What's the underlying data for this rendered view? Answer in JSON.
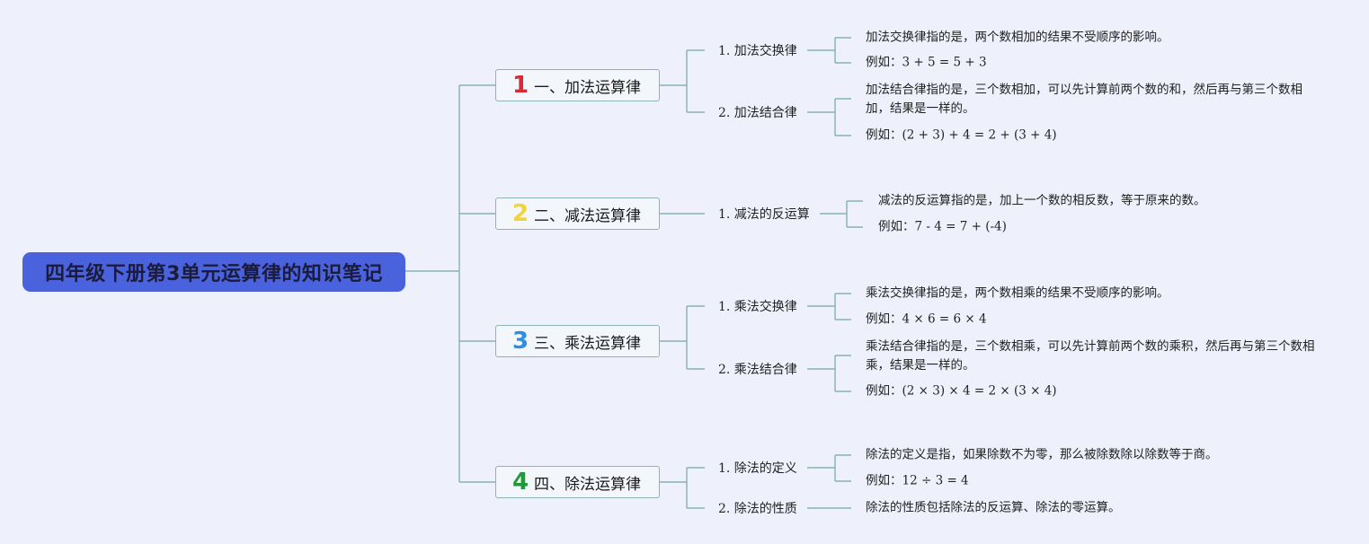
{
  "root_title": "四年级下册第3单元运算律的知识笔记",
  "colors": {
    "root": "#4a63dc",
    "line": "#86b1b3",
    "num1": "#d92a35",
    "num2": "#f3d33a",
    "num3": "#2d8ee3",
    "num4": "#1f9a3a"
  },
  "branches": [
    {
      "num": "1",
      "label": "一、加法运算律",
      "subs": [
        {
          "label": "1. 加法交换律",
          "leaves": [
            "加法交换律指的是，两个数相加的结果不受顺序的影响。",
            "例如：3 + 5 = 5 + 3"
          ]
        },
        {
          "label": "2. 加法结合律",
          "leaves": [
            "加法结合律指的是，三个数相加，可以先计算前两个数的和，然后再与第三个数相加，结果是一样的。",
            "例如：(2 + 3) + 4 = 2 + (3 + 4)"
          ]
        }
      ]
    },
    {
      "num": "2",
      "label": "二、减法运算律",
      "subs": [
        {
          "label": "1. 减法的反运算",
          "leaves": [
            "减法的反运算指的是，加上一个数的相反数，等于原来的数。",
            "例如：7 - 4 = 7 + (-4)"
          ]
        }
      ]
    },
    {
      "num": "3",
      "label": "三、乘法运算律",
      "subs": [
        {
          "label": "1. 乘法交换律",
          "leaves": [
            "乘法交换律指的是，两个数相乘的结果不受顺序的影响。",
            "例如：4 × 6 = 6 × 4"
          ]
        },
        {
          "label": "2. 乘法结合律",
          "leaves": [
            "乘法结合律指的是，三个数相乘，可以先计算前两个数的乘积，然后再与第三个数相乘，结果是一样的。",
            "例如：(2 × 3) × 4 = 2 × (3 × 4)"
          ]
        }
      ]
    },
    {
      "num": "4",
      "label": "四、除法运算律",
      "subs": [
        {
          "label": "1. 除法的定义",
          "leaves": [
            "除法的定义是指，如果除数不为零，那么被除数除以除数等于商。",
            "例如：12 ÷ 3 = 4"
          ]
        },
        {
          "label": "2. 除法的性质",
          "leaves": [
            "除法的性质包括除法的反运算、除法的零运算。"
          ]
        }
      ]
    }
  ]
}
